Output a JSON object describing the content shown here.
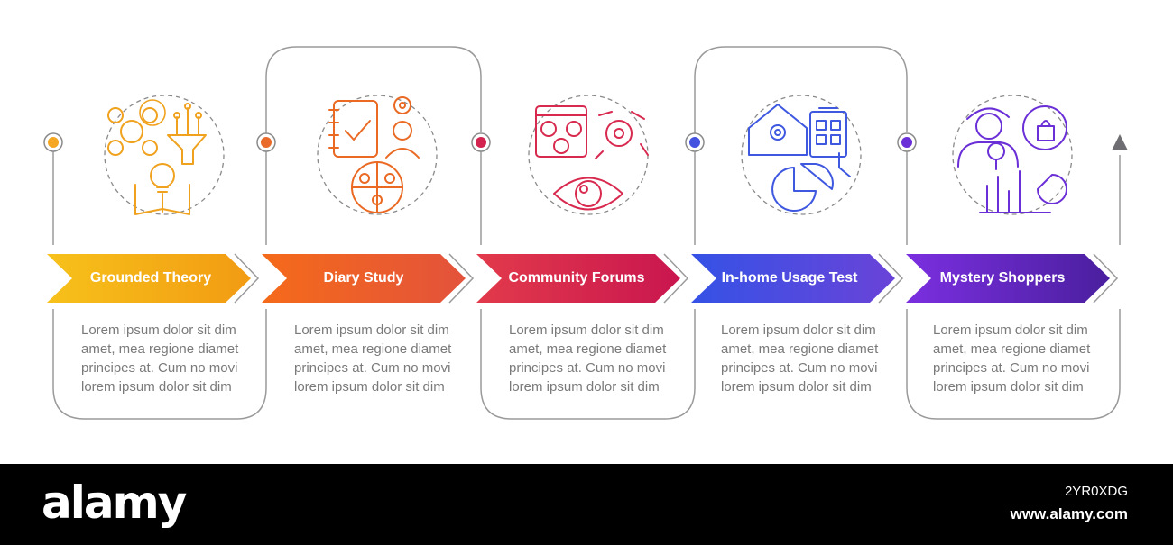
{
  "steps": [
    {
      "title": "Grounded Theory",
      "description": "Lorem ipsum dolor sit dim amet, mea regione diamet principes at. Cum no movi lorem ipsum dolor sit dim",
      "color": "#f5a623",
      "gradient": [
        "#f7c11a",
        "#f29b13"
      ]
    },
    {
      "title": "Diary Study",
      "description": "Lorem ipsum dolor sit dim amet, mea regione diamet principes at. Cum no movi lorem ipsum dolor sit dim",
      "color": "#e96a2b",
      "gradient": [
        "#f56b1a",
        "#e3523b"
      ]
    },
    {
      "title": "Community Forums",
      "description": "Lorem ipsum dolor sit dim amet, mea regione diamet principes at. Cum no movi lorem ipsum dolor sit dim",
      "color": "#d3234f",
      "gradient": [
        "#e23a4b",
        "#c9164f"
      ]
    },
    {
      "title": "In-home Usage Test",
      "description": "Lorem ipsum dolor sit dim amet, mea regione diamet principes at. Cum no movi lorem ipsum dolor sit dim",
      "color": "#4353e0",
      "gradient": [
        "#3552e6",
        "#6a43d8"
      ]
    },
    {
      "title": "Mystery Shoppers",
      "description": "Lorem ipsum dolor sit dim amet, mea regione diamet principes at. Cum no movi lorem ipsum dolor sit dim",
      "color": "#6a2fd6",
      "gradient": [
        "#7b2fe0",
        "#4a1f9e"
      ]
    }
  ],
  "watermark": {
    "brand": "alamy",
    "image_id": "2YR0XDG",
    "site": "www.alamy.com"
  }
}
